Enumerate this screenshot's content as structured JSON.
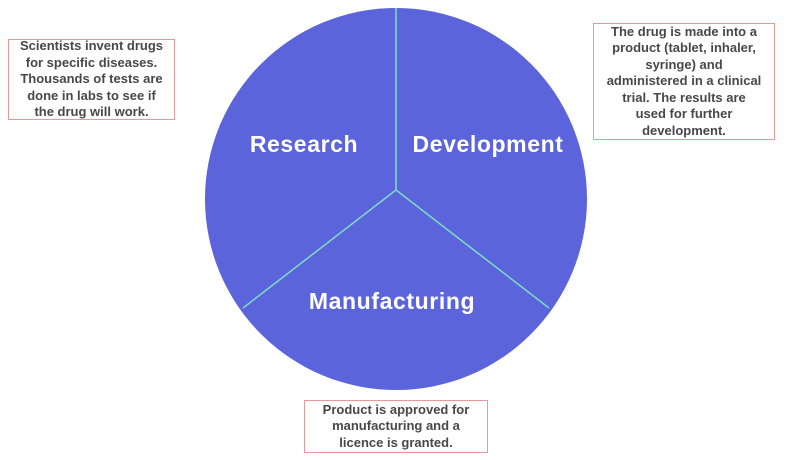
{
  "diagram": {
    "type": "pie",
    "subject": "drug-development-stages",
    "pie": {
      "fill": "#5b64da",
      "divider_color": "#7ed6c8",
      "label_color": "#ffffff",
      "segments": [
        {
          "label": "Research",
          "share_pct": 33.3
        },
        {
          "label": "Development",
          "share_pct": 33.3
        },
        {
          "label": "Manufacturing",
          "share_pct": 33.3
        }
      ]
    },
    "notes": [
      {
        "for_segment": "Research",
        "border_color": "#e89898",
        "text_color": "#48474b",
        "lines": [
          "Scientists invent drugs",
          "for specific diseases.",
          "Thousands of tests are",
          "done in labs to see if",
          "the drug will work."
        ]
      },
      {
        "for_segment": "Development",
        "border_color": "#e89898",
        "text_color": "#48474b",
        "lines": [
          "The drug is made into a",
          "product (tablet, inhaler,",
          "syringe) and",
          "administered in a clinical",
          "trial. The results are",
          "used for further",
          "development."
        ]
      },
      {
        "for_segment": "Manufacturing",
        "border_color": "#e89898",
        "text_color": "#48474b",
        "lines": [
          "Product is approved for",
          "manufacturing and a",
          "licence is granted."
        ]
      }
    ],
    "background_color": "#ffffff"
  }
}
